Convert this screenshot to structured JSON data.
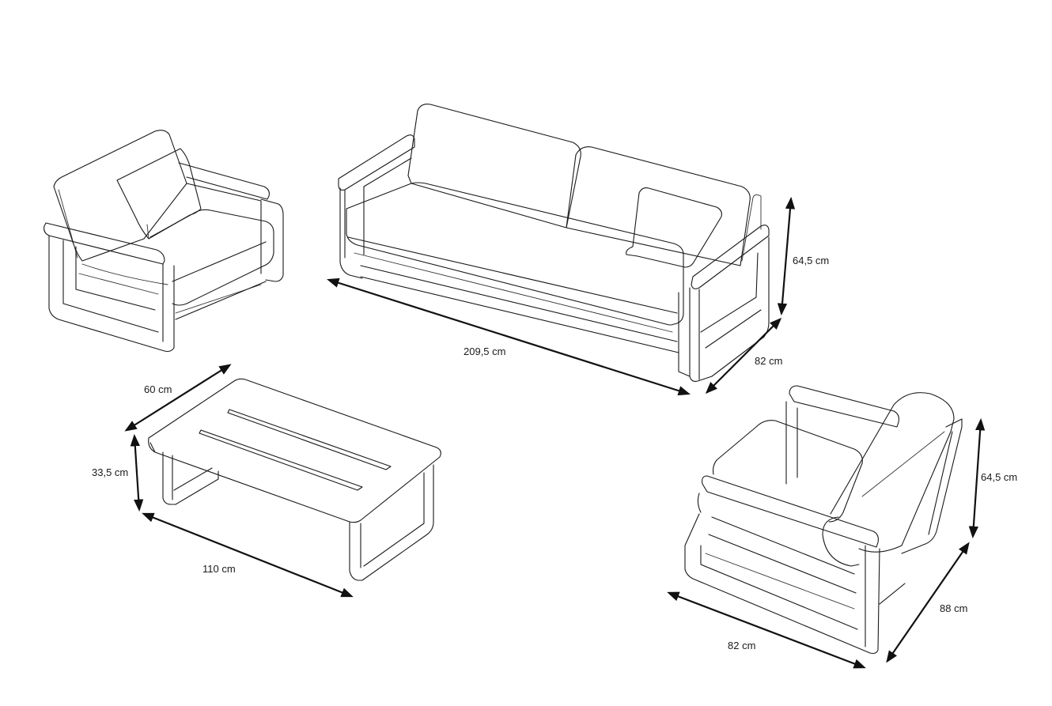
{
  "dimensions": {
    "sofa_width": "209,5 cm",
    "sofa_depth": "82 cm",
    "sofa_height": "64,5 cm",
    "table_depth": "60 cm",
    "table_height": "33,5 cm",
    "table_width": "110 cm",
    "chair_width": "82 cm",
    "chair_depth": "88 cm",
    "chair_height": "64,5 cm"
  },
  "colors": {
    "line": "#1a1a1a",
    "background": "#ffffff"
  },
  "icon_names": [
    "arrowhead-icon"
  ]
}
